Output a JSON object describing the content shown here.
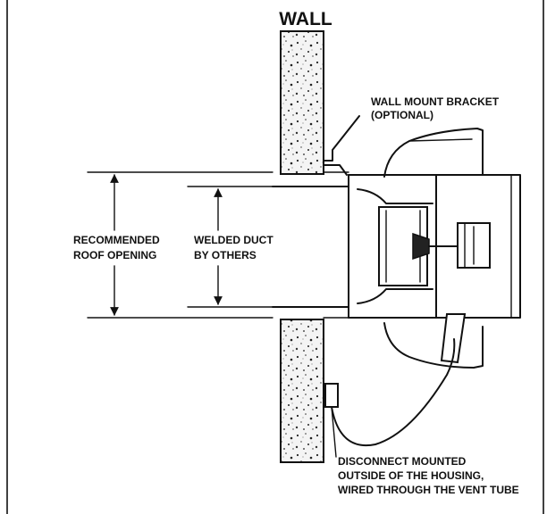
{
  "title": "WALL",
  "labels": {
    "bracket_1": "WALL MOUNT BRACKET",
    "bracket_2": "(OPTIONAL)",
    "roof_1": "RECOMMENDED",
    "roof_2": "ROOF OPENING",
    "duct_1": "WELDED DUCT",
    "duct_2": "BY OTHERS",
    "disc_1": "DISCONNECT MOUNTED",
    "disc_2": "OUTSIDE OF THE HOUSING,",
    "disc_3": "WIRED THROUGH THE VENT TUBE"
  },
  "colors": {
    "ink": "#111111",
    "paper": "#ffffff"
  }
}
